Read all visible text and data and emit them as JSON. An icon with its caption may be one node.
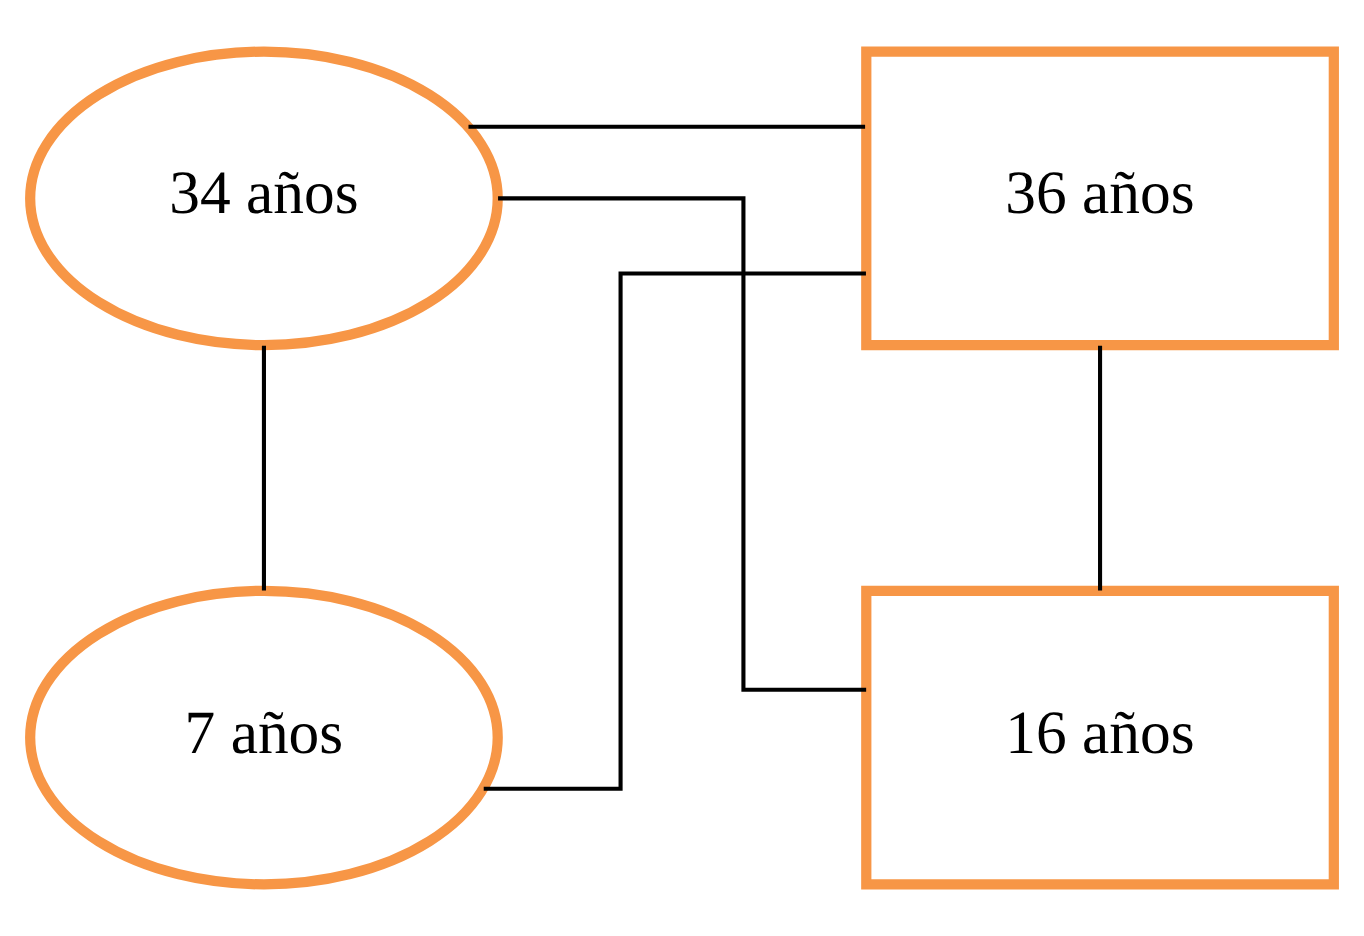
{
  "diagram": {
    "nodes": [
      {
        "text": [
          "34 años"
        ]
      },
      {
        "text": [
          "36 años"
        ]
      },
      {
        "text": [
          "7 años"
        ]
      },
      {
        "text": [
          "16 años"
        ]
      }
    ],
    "edges": [
      {
        "from": 0,
        "to": 1,
        "arrow": "none"
      },
      {
        "from": 0,
        "to": 2,
        "arrow": "none"
      },
      {
        "from": 0,
        "to": 3,
        "arrow": "none"
      },
      {
        "from": 1,
        "to": 2,
        "arrow": "none"
      },
      {
        "from": 1,
        "to": 3,
        "arrow": "none"
      }
    ]
  }
}
